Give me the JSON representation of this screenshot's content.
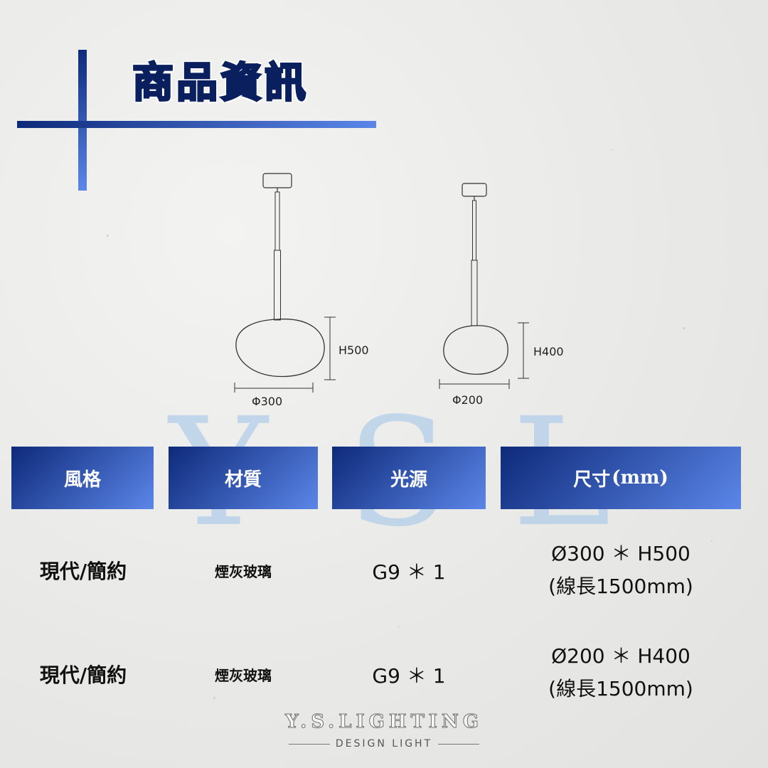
{
  "header": {
    "title": "商品資訊"
  },
  "watermark": {
    "letters": [
      "Y",
      "S",
      "L"
    ]
  },
  "diagrams": [
    {
      "height_label": "H500",
      "diameter_label": "Φ300"
    },
    {
      "height_label": "H400",
      "diameter_label": "Φ200"
    }
  ],
  "table": {
    "headers": {
      "style": "風格",
      "material": "材質",
      "light": "光源",
      "size": "尺寸",
      "size_unit": "(mm)"
    },
    "rows": [
      {
        "style": "現代/簡約",
        "material": "煙灰玻璃",
        "light": "G9 ＊ 1",
        "size": "Ø300 ＊ H500",
        "cord": "(線長1500mm)"
      },
      {
        "style": "現代/簡約",
        "material": "煙灰玻璃",
        "light": "G9 ＊ 1",
        "size": "Ø200 ＊ H400",
        "cord": "(線長1500mm)"
      }
    ]
  },
  "brand": {
    "name": "Y.S.LIGHTING",
    "tagline": "DESIGN LIGHT"
  },
  "colors": {
    "accent_dark": "#0e2a7a",
    "accent_light": "#5b86e8",
    "title_fill": "#1a52b8"
  }
}
